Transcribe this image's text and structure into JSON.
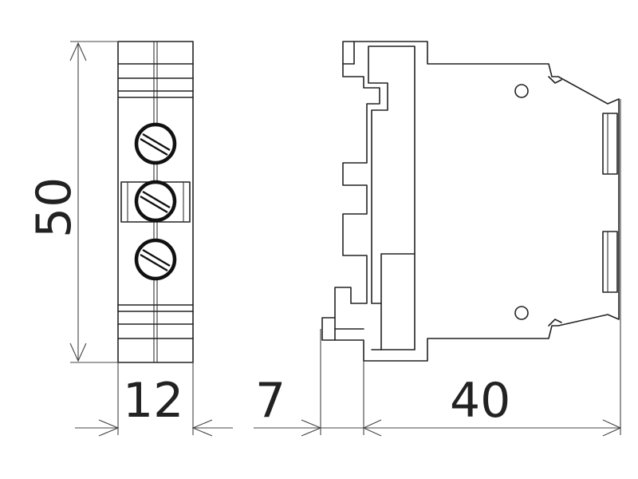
{
  "dimensions": {
    "height": "50",
    "width": "12",
    "rail_offset": "7",
    "depth": "40"
  }
}
